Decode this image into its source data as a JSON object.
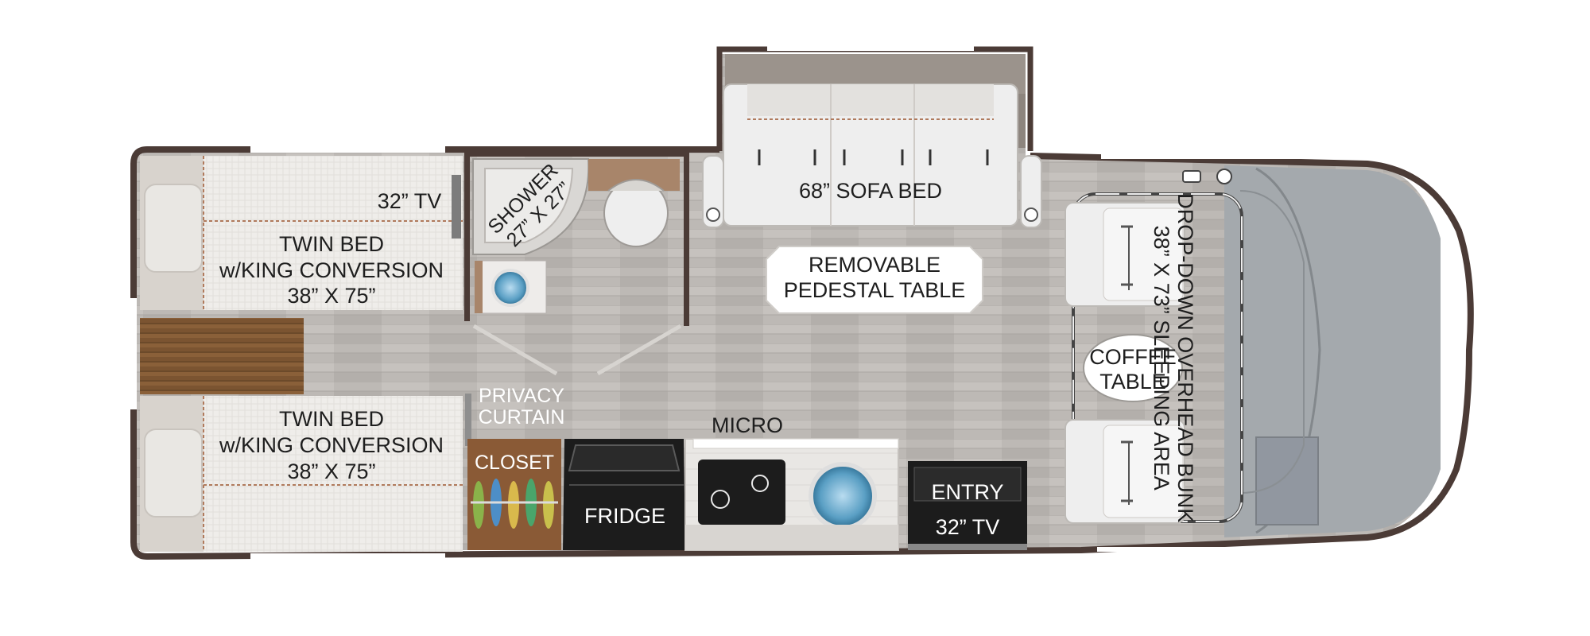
{
  "floorplan": {
    "labels": {
      "tv_bedroom": "32” TV",
      "twin_bed_top_1": "TWIN BED",
      "twin_bed_top_2": "w/KING CONVERSION",
      "twin_bed_top_3": "38” X 75”",
      "twin_bed_bottom_1": "TWIN BED",
      "twin_bed_bottom_2": "w/KING CONVERSION",
      "twin_bed_bottom_3": "38” X 75”",
      "shower_1": "SHOWER",
      "shower_2": "27” X 27”",
      "privacy_1": "PRIVACY",
      "privacy_2": "CURTAIN",
      "closet": "CLOSET",
      "fridge": "FRIDGE",
      "micro": "MICRO",
      "entry": "ENTRY",
      "tv_entry": "32” TV",
      "sofa": "68” SOFA BED",
      "table_1": "REMOVABLE",
      "table_2": "PEDESTAL TABLE",
      "coffee_1": "COFFEE",
      "coffee_2": "TABLE",
      "bunk_1": "DROP-DOWN OVERHEAD BUNK",
      "bunk_2": "38” X 73” SLEEPING AREA"
    },
    "colors": {
      "wall": "#4b3b36",
      "floor": "#b9b5b1",
      "bed": "#eeecea",
      "wood": "#7a5230",
      "cab": "#9ea3a7",
      "black_appliance": "#1c1c1c"
    }
  }
}
